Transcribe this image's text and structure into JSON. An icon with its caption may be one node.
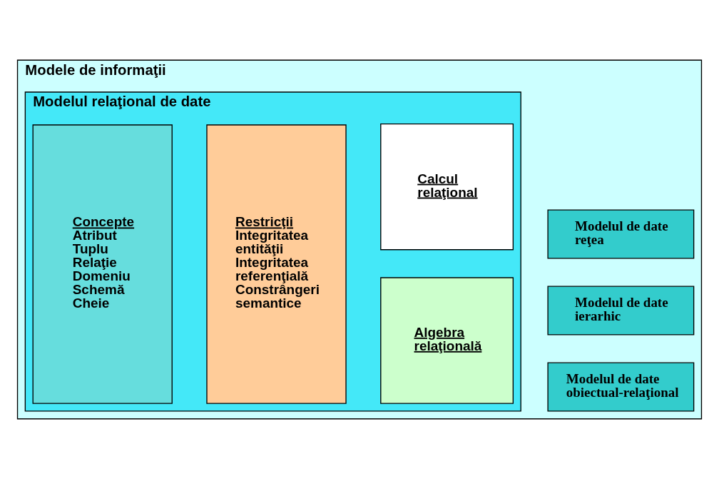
{
  "diagram": {
    "nodes": [
      {
        "text": [
          "Modele de informaţii"
        ]
      },
      {
        "text": [
          "Modelul relaţional de date"
        ],
        "in": 0
      },
      {
        "text": [
          "Concepte",
          "Atribut",
          "Tuplu",
          "Relaţie",
          "Domeniu",
          "Schemă",
          "Cheie"
        ],
        "in": 1
      },
      {
        "text": [
          "Restricţii",
          "Integritatea entităţii",
          "Integritatea referenţială",
          "Constrângeri semantice"
        ],
        "in": 1
      },
      {
        "text": [
          "Algebra relaţională"
        ],
        "in": 1
      },
      {
        "text": [
          "Calcul relaţional"
        ],
        "in": 1
      },
      {
        "text": [
          "Modelul de date ierarhic"
        ],
        "in": 0
      },
      {
        "text": [
          "Modelul de date reţea"
        ],
        "in": 0
      },
      {
        "text": [
          "Modelul de date obiectual-relaţional"
        ],
        "in": 0
      }
    ],
    "edges": []
  }
}
